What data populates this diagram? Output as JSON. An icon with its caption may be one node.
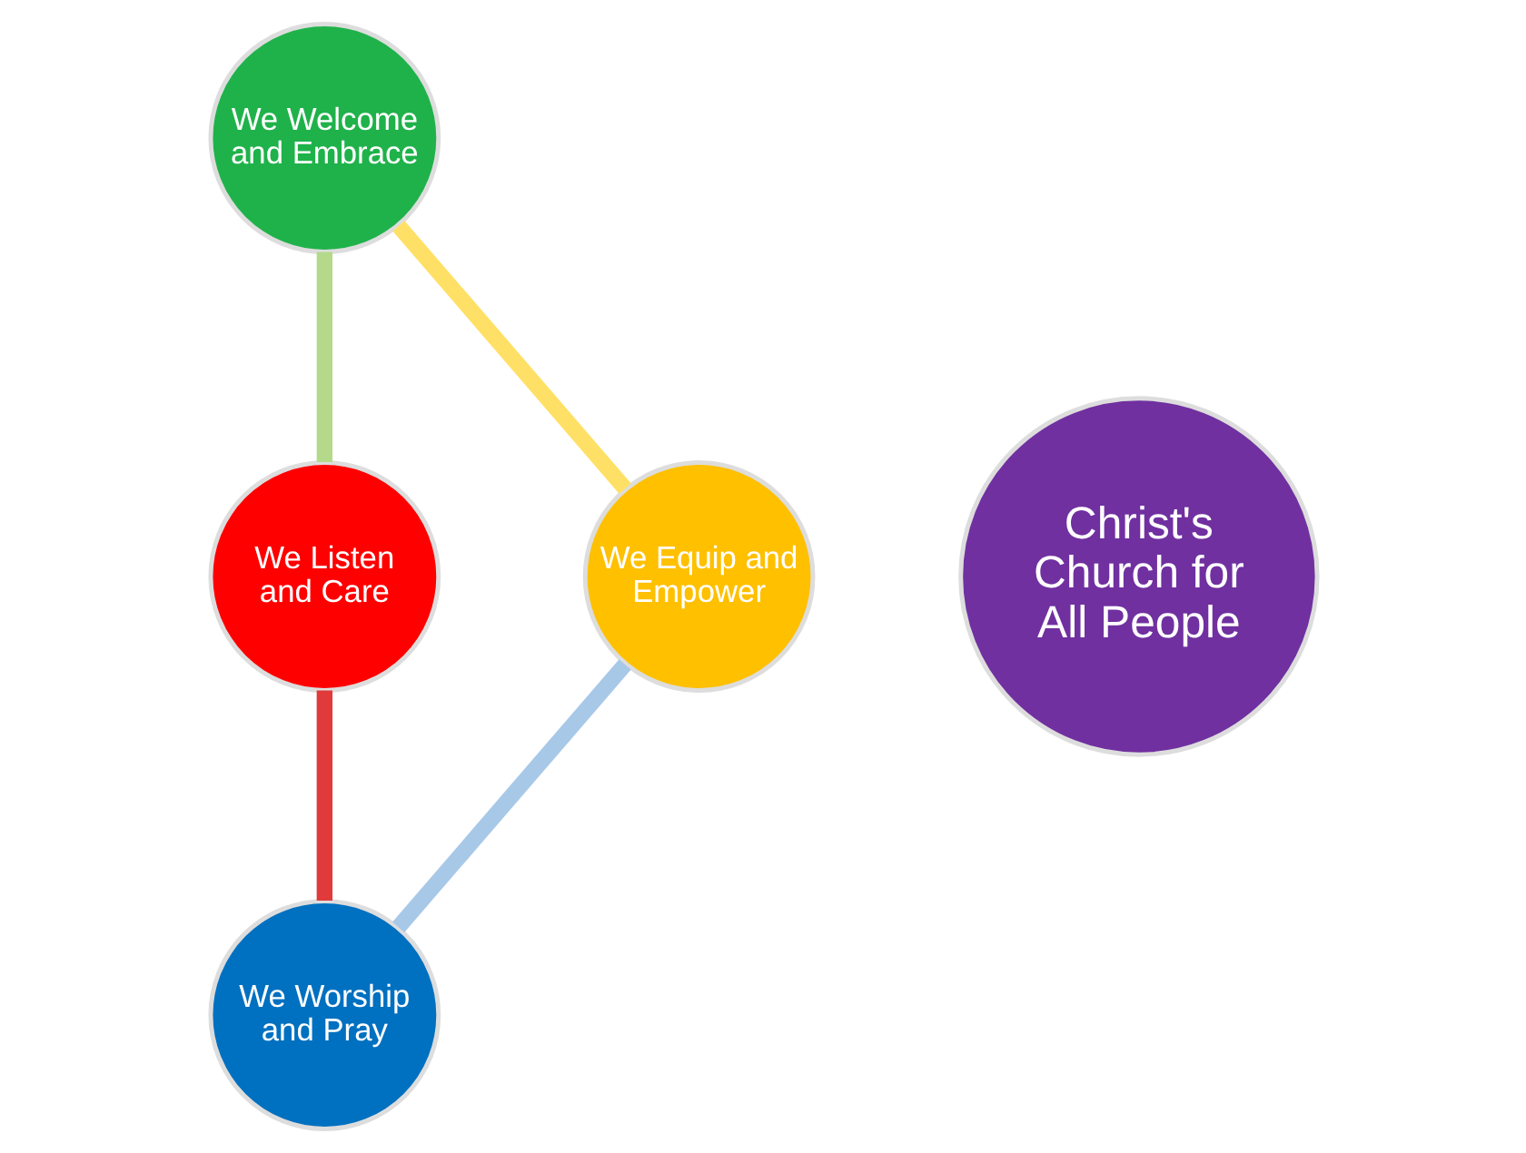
{
  "diagram": {
    "nodes": [
      {
        "text": [
          "We Welcome and Embrace"
        ]
      },
      {
        "text": [
          "We Equip and Empower"
        ]
      },
      {
        "text": [
          "Christ's Church for All People"
        ]
      },
      {
        "text": [
          "We Listen and Care"
        ]
      },
      {
        "text": [
          "We Worship and Pray"
        ]
      }
    ],
    "edges": [
      {
        "from": 0,
        "to": 3,
        "arrow": "none",
        "color": "#b5d98a"
      },
      {
        "from": 3,
        "to": 4,
        "arrow": "none",
        "color": "#e03a3a"
      },
      {
        "from": 4,
        "to": 1,
        "arrow": "none",
        "color": "#a8c8e8"
      },
      {
        "from": 1,
        "to": 0,
        "arrow": "none",
        "color": "#ffe066"
      }
    ]
  }
}
